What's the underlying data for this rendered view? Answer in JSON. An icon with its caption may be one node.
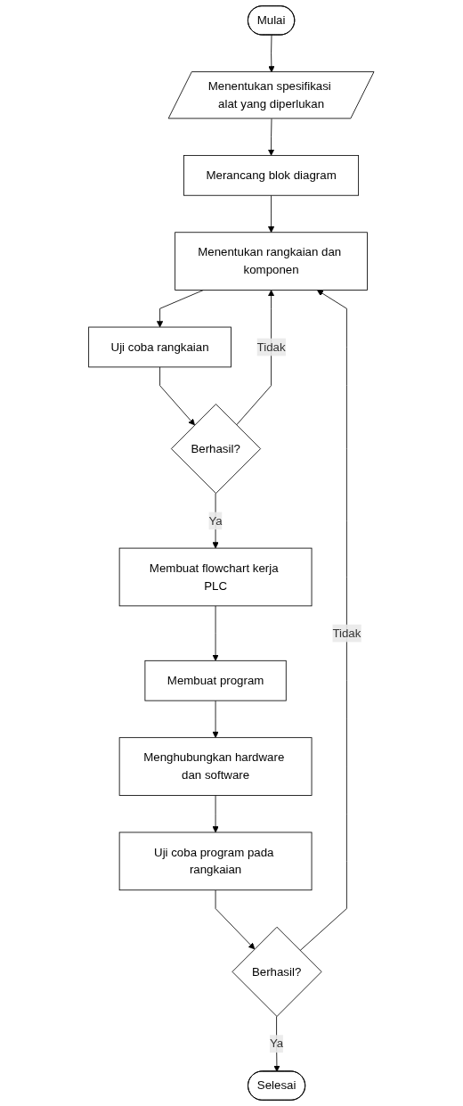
{
  "diagram": {
    "nodes": [
      {
        "text": [
          "Mulai"
        ]
      },
      {
        "text": [
          "Menentukan spesifikasi alat yang diperlukan"
        ]
      },
      {
        "text": [
          "Merancang blok diagram"
        ]
      },
      {
        "text": [
          "Menentukan rangkaian dan komponen"
        ]
      },
      {
        "text": [
          "Uji coba rangkaian"
        ]
      },
      {
        "text": [
          "Berhasil?"
        ]
      },
      {
        "text": [
          "Membuat flowchart kerja PLC"
        ]
      },
      {
        "text": [
          "Membuat program"
        ]
      },
      {
        "text": [
          "Menghubungkan hardware dan software"
        ]
      },
      {
        "text": [
          "Uji coba program pada rangkaian"
        ]
      },
      {
        "text": [
          "Berhasil?"
        ]
      },
      {
        "text": [
          "Selesai"
        ]
      }
    ],
    "edges": [
      {
        "from": 0,
        "to": 1,
        "arrow": "to"
      },
      {
        "from": 1,
        "to": 2,
        "arrow": "to"
      },
      {
        "from": 2,
        "to": 3,
        "arrow": "to"
      },
      {
        "from": 3,
        "to": 4,
        "arrow": "to"
      },
      {
        "from": 4,
        "to": 5,
        "arrow": "to"
      },
      {
        "from": 5,
        "to": 3,
        "arrow": "to",
        "label": "Tidak"
      },
      {
        "from": 5,
        "to": 6,
        "arrow": "to",
        "label": "Ya"
      },
      {
        "from": 6,
        "to": 7,
        "arrow": "to"
      },
      {
        "from": 7,
        "to": 8,
        "arrow": "to"
      },
      {
        "from": 8,
        "to": 9,
        "arrow": "to"
      },
      {
        "from": 9,
        "to": 10,
        "arrow": "to"
      },
      {
        "from": 10,
        "to": 3,
        "arrow": "to",
        "label": "Tidak"
      },
      {
        "from": 10,
        "to": 11,
        "arrow": "to",
        "label": "Ya"
      }
    ]
  }
}
